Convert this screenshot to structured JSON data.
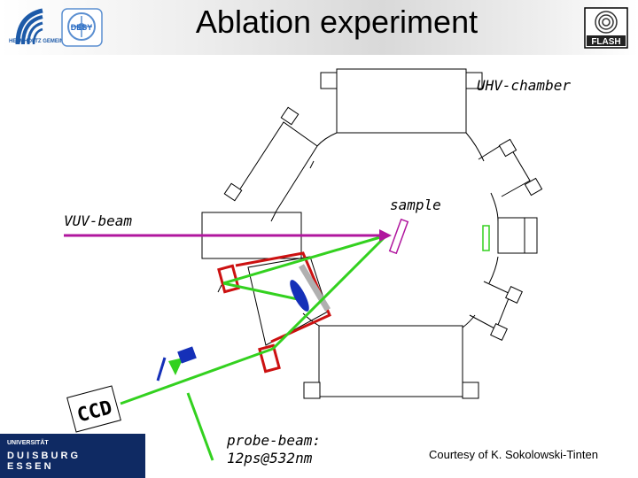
{
  "title": "Ablation experiment",
  "logos": {
    "helmholtz": {
      "name": "helmholtz-logo",
      "text": "HELMHOLTZ GEMEINSCHAFT"
    },
    "desy": {
      "name": "desy-logo",
      "text": "DESY"
    },
    "flash": {
      "name": "flash-logo",
      "text": "FLASH"
    },
    "duisburg": {
      "name": "university-duisburg-essen-logo",
      "line1": "UNIVERSITÄT",
      "line2": "D U I S B U R G",
      "line3": "E S S E N"
    }
  },
  "labels": {
    "chamber": "UHV-chamber",
    "sample": "sample",
    "vuv_beam": "VUV-beam",
    "ccd": "CCD",
    "probe_beam_line1": "probe-beam:",
    "probe_beam_line2": "12ps@532nm",
    "credit": "Courtesy of K. Sokolowski-Tinten"
  },
  "colors": {
    "vuv_beam": "#b0169e",
    "probe_beam": "#33d11f",
    "mount": "#cc1111",
    "lens": "#1530b8",
    "window": "#b0b0b0",
    "sample": "#b0169e"
  }
}
